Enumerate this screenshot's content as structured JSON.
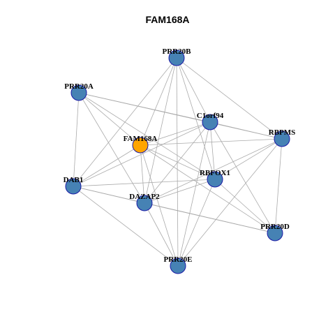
{
  "title": "FAM168A",
  "colors": {
    "node": "#4682b4",
    "highlight": "#ffa500",
    "border": "#1a1aa6",
    "edge": "#aaaaaa"
  },
  "nodes": [
    {
      "id": "PRR20B",
      "label": "PRR20B",
      "highlight": false
    },
    {
      "id": "PRR20A",
      "label": "PRR20A",
      "highlight": false
    },
    {
      "id": "C1orf94",
      "label": "C1orf94",
      "highlight": false
    },
    {
      "id": "RBPMS",
      "label": "RBPMS",
      "highlight": false
    },
    {
      "id": "FAM168A",
      "label": "FAM168A",
      "highlight": true
    },
    {
      "id": "RBFOX1",
      "label": "RBFOX1",
      "highlight": false
    },
    {
      "id": "DAB1",
      "label": "DAB1",
      "highlight": false
    },
    {
      "id": "DAZAP2",
      "label": "DAZAP2",
      "highlight": false
    },
    {
      "id": "PRR20D",
      "label": "PRR20D",
      "highlight": false
    },
    {
      "id": "PRR20E",
      "label": "PRR20E",
      "highlight": false
    }
  ],
  "edges": [
    [
      "PRR20B",
      "C1orf94"
    ],
    [
      "PRR20B",
      "RBPMS"
    ],
    [
      "PRR20B",
      "FAM168A"
    ],
    [
      "PRR20B",
      "RBFOX1"
    ],
    [
      "PRR20B",
      "DAB1"
    ],
    [
      "PRR20B",
      "DAZAP2"
    ],
    [
      "PRR20B",
      "PRR20E"
    ],
    [
      "PRR20A",
      "C1orf94"
    ],
    [
      "PRR20A",
      "RBPMS"
    ],
    [
      "PRR20A",
      "FAM168A"
    ],
    [
      "PRR20A",
      "RBFOX1"
    ],
    [
      "PRR20A",
      "DAB1"
    ],
    [
      "PRR20A",
      "DAZAP2"
    ],
    [
      "C1orf94",
      "FAM168A"
    ],
    [
      "C1orf94",
      "RBFOX1"
    ],
    [
      "C1orf94",
      "DAB1"
    ],
    [
      "C1orf94",
      "DAZAP2"
    ],
    [
      "C1orf94",
      "PRR20D"
    ],
    [
      "C1orf94",
      "PRR20E"
    ],
    [
      "C1orf94",
      "RBPMS"
    ],
    [
      "RBPMS",
      "FAM168A"
    ],
    [
      "RBPMS",
      "RBFOX1"
    ],
    [
      "RBPMS",
      "DAZAP2"
    ],
    [
      "RBPMS",
      "PRR20D"
    ],
    [
      "RBPMS",
      "PRR20E"
    ],
    [
      "FAM168A",
      "RBFOX1"
    ],
    [
      "FAM168A",
      "DAB1"
    ],
    [
      "FAM168A",
      "DAZAP2"
    ],
    [
      "FAM168A",
      "PRR20D"
    ],
    [
      "FAM168A",
      "PRR20E"
    ],
    [
      "RBFOX1",
      "DAB1"
    ],
    [
      "RBFOX1",
      "DAZAP2"
    ],
    [
      "RBFOX1",
      "PRR20D"
    ],
    [
      "RBFOX1",
      "PRR20E"
    ],
    [
      "DAB1",
      "DAZAP2"
    ],
    [
      "DAB1",
      "PRR20D"
    ],
    [
      "DAB1",
      "PRR20E"
    ],
    [
      "DAZAP2",
      "PRR20D"
    ],
    [
      "DAZAP2",
      "PRR20E"
    ]
  ]
}
